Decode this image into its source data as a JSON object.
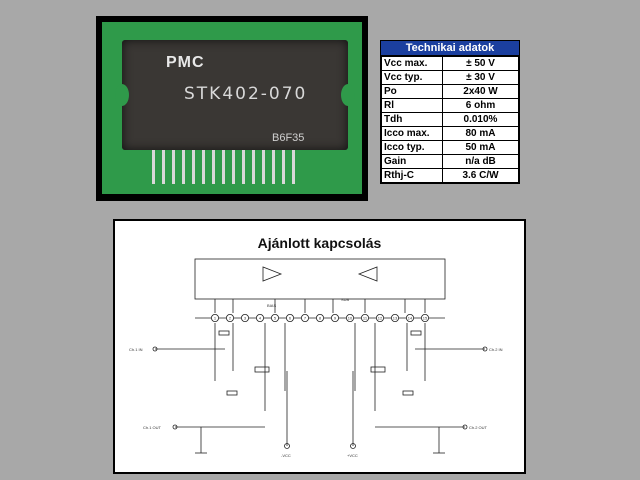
{
  "photo": {
    "brand": "PMC",
    "model": "STK402-070",
    "code": "B6F35"
  },
  "specs": {
    "title": "Technikai adatok",
    "rows": [
      {
        "key": "Vcc max.",
        "value": "± 50 V"
      },
      {
        "key": "Vcc typ.",
        "value": "± 30 V"
      },
      {
        "key": "Po",
        "value": "2x40 W"
      },
      {
        "key": "Rl",
        "value": "6 ohm"
      },
      {
        "key": "Tdh",
        "value": "0.010%"
      },
      {
        "key": "Icco max.",
        "value": "80 mA"
      },
      {
        "key": "Icco typ.",
        "value": "50 mA"
      },
      {
        "key": "Gain",
        "value": "n/a dB"
      },
      {
        "key": "Rthj-C",
        "value": "3.6 C/W"
      }
    ]
  },
  "schematic": {
    "title": "Ajánlott kapcsolás",
    "ch1_in": "Ch.1 IN",
    "ch2_in": "Ch.2 IN",
    "ch1_out": "Ch.1 OUT",
    "ch2_out": "Ch.2 OUT",
    "vcc_minus": "-VCC",
    "vcc_plus": "+VCC",
    "sub": "SUB",
    "bias": "BIAS",
    "pin_numbers": [
      "1",
      "2",
      "3",
      "4",
      "5",
      "6",
      "7",
      "8",
      "9",
      "10",
      "11",
      "12",
      "13",
      "14",
      "15"
    ]
  }
}
